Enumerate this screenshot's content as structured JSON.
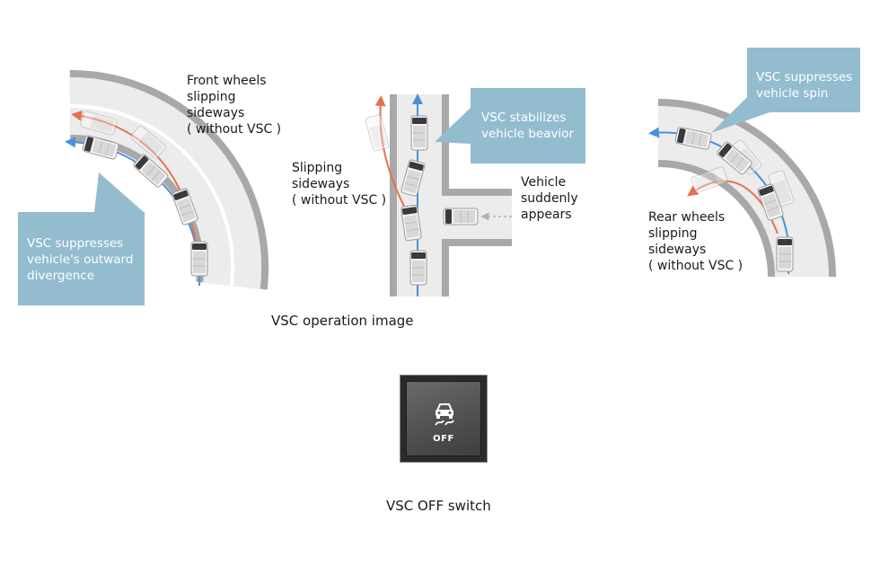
{
  "left_panel": {
    "label_front": [
      "Front wheels",
      "slipping",
      "sideways",
      "( without VSC )"
    ],
    "callout": [
      "VSC suppresses",
      "vehicle's outward",
      "divergence"
    ]
  },
  "middle_panel": {
    "label_slipping": [
      "Slipping",
      "sideways",
      "( without VSC )"
    ],
    "callout": [
      "VSC stabilizes",
      "vehicle beavior"
    ],
    "label_vehicle": [
      "Vehicle",
      "suddenly",
      "appears"
    ]
  },
  "right_panel": {
    "callout": [
      "VSC suppresses",
      "vehicle spin"
    ],
    "label_rear": [
      "Rear wheels",
      "slipping",
      "sideways",
      "( without VSC )"
    ]
  },
  "captions": {
    "operation": "VSC operation image",
    "switch": "VSC OFF switch"
  },
  "switch": {
    "text": "OFF",
    "icon": "vsc-skid-car-icon"
  },
  "colors": {
    "callout_bg": "#94bccf",
    "road_border": "#a8a8a8",
    "road_fill": "#ececec",
    "vsc_path": "#4a90d9",
    "no_vsc_path": "#e8704f"
  }
}
